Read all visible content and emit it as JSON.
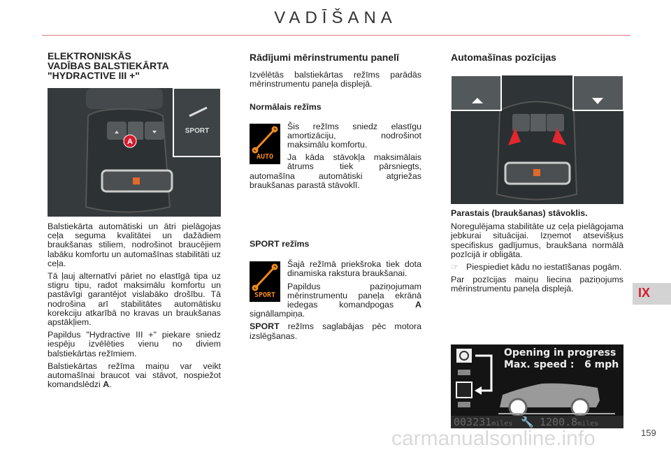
{
  "page": {
    "title": "VADĪŠANA",
    "chapter_tab": "IX",
    "page_number": "159",
    "watermark": "carmanualsonline.info"
  },
  "left": {
    "heading": [
      "ELEKTRONISKĀS",
      "VADĪBAS BALSTIEKĀRTA",
      "\"HYDRACTIVE III +\""
    ],
    "photo": {
      "callout": "A",
      "inset_label": "SPORT"
    },
    "paragraphs": [
      "Balstiekārta automātiski un ātri pielāgojas ceļa seguma kvalitātei un dažādiem braukšanas stiliem, nodrošinot braucējiem labāku komfortu un automašīnas stabilitāti uz ceļa.",
      "Tā ļauj alternatīvi pāriet no elastīgā tipa uz stigru tipu, radot maksimālu komfortu un pastāvīgi garantējot vislabāko drošību. Tā nodrošina arī stabilitātes automātisku korekciju atkarībā no kravas un braukšanas apstākļiem.",
      "Papildus \"Hydractive III +\" piekare sniedz iespēju izvēlēties vienu no diviem balstiekārtas režīmiem."
    ],
    "last_paragraph": "Balstiekārtas režīma maiņu var veikt automašīnai braucot vai stāvot, nospiežot komandslēdzi ",
    "last_bold": "A",
    "last_end": "."
  },
  "middle": {
    "heading": "Rādījumi mērinstrumentu panelī",
    "intro": "Izvēlētās balstiekārtas režīms parādās mērinstrumentu paneļa displejā.",
    "normal": {
      "heading": "Normālais režīms",
      "icon_label": "AUTO",
      "p1": "Šis režīms sniedz elastīgu amortizāciju, nodrošinot maksimālu komfortu.",
      "p2": "Ja kāda stāvokļa maksimālais ātrums tiek pārsniegts, automašīna automātiski atgriežas braukšanas parastā stāvoklī."
    },
    "sport": {
      "heading": "SPORT režīms",
      "icon_label": "SPORT",
      "p1": "Šajā režīmā priekšroka tiek dota dinamiska rakstura braukšanai.",
      "p2a": "Papildus paziņojumam mērinstrumentu paneļa ekrānā iedegas komandpogas ",
      "p2b": "A",
      "p2c": " signāllampiņa.",
      "p3a": "SPORT",
      "p3b": " režīms saglabājas pēc motora izslēgšanas."
    }
  },
  "right": {
    "heading": "Automašīnas pozīcijas",
    "subheading": "Parastais (braukšanas) stāvoklis.",
    "p1": "Noregulējama stabilitāte uz ceļa pielāgojama jebkurai situācijai. Izņemot atsevišķus specifiskus gadījumus, braukšana normālā pozīcijā ir obligāta.",
    "bullet": "Piespiediet kādu no iestatīšanas pogām.",
    "p2": "Par pozīcijas maiņu liecina paziņojums mērinstrumentu paneļa displejā.",
    "display": {
      "line1": "Opening in progress",
      "line2": "Max. speed :   6 mph",
      "odometer": "003231",
      "odo_unit": "miles",
      "trip": "1200.8",
      "trip_unit": "miles"
    }
  },
  "colors": {
    "accent_red": "#d51b2e",
    "icon_orange": "#f08a1c",
    "rule": "#e07a80"
  }
}
